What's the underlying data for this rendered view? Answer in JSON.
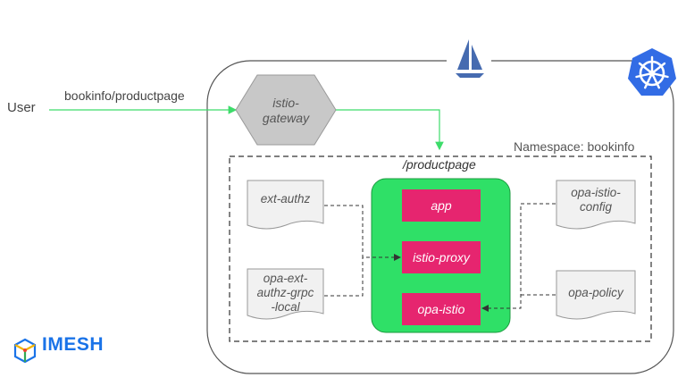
{
  "user_label": "User",
  "path_label": "bookinfo/productpage",
  "gateway": {
    "line1": "istio-",
    "line2": "gateway"
  },
  "namespace_label": "Namespace: bookinfo",
  "route_label": "/productpage",
  "pod": {
    "app": "app",
    "proxy": "istio-proxy",
    "opa": "opa-istio"
  },
  "configs": {
    "ext_authz": "ext-authz",
    "opa_ext_authz": {
      "line1": "opa-ext-",
      "line2": "authz-grpc",
      "line3": "-local"
    },
    "opa_istio_config": {
      "line1": "opa-istio-",
      "line2": "config"
    },
    "opa_policy": "opa-policy"
  },
  "brand": {
    "name": "IMESH"
  },
  "colors": {
    "arrow_green": "#3ddc6a",
    "pod_green": "#2fe067",
    "container_pink": "#e6256f",
    "gateway_gray": "#c8c8c8",
    "istio_blue": "#466bb0",
    "k8s_blue": "#326ce5",
    "brand_blue": "#1a73e8"
  },
  "icons": [
    "istio-sail-icon",
    "kubernetes-helm-icon",
    "imesh-logo-icon"
  ]
}
